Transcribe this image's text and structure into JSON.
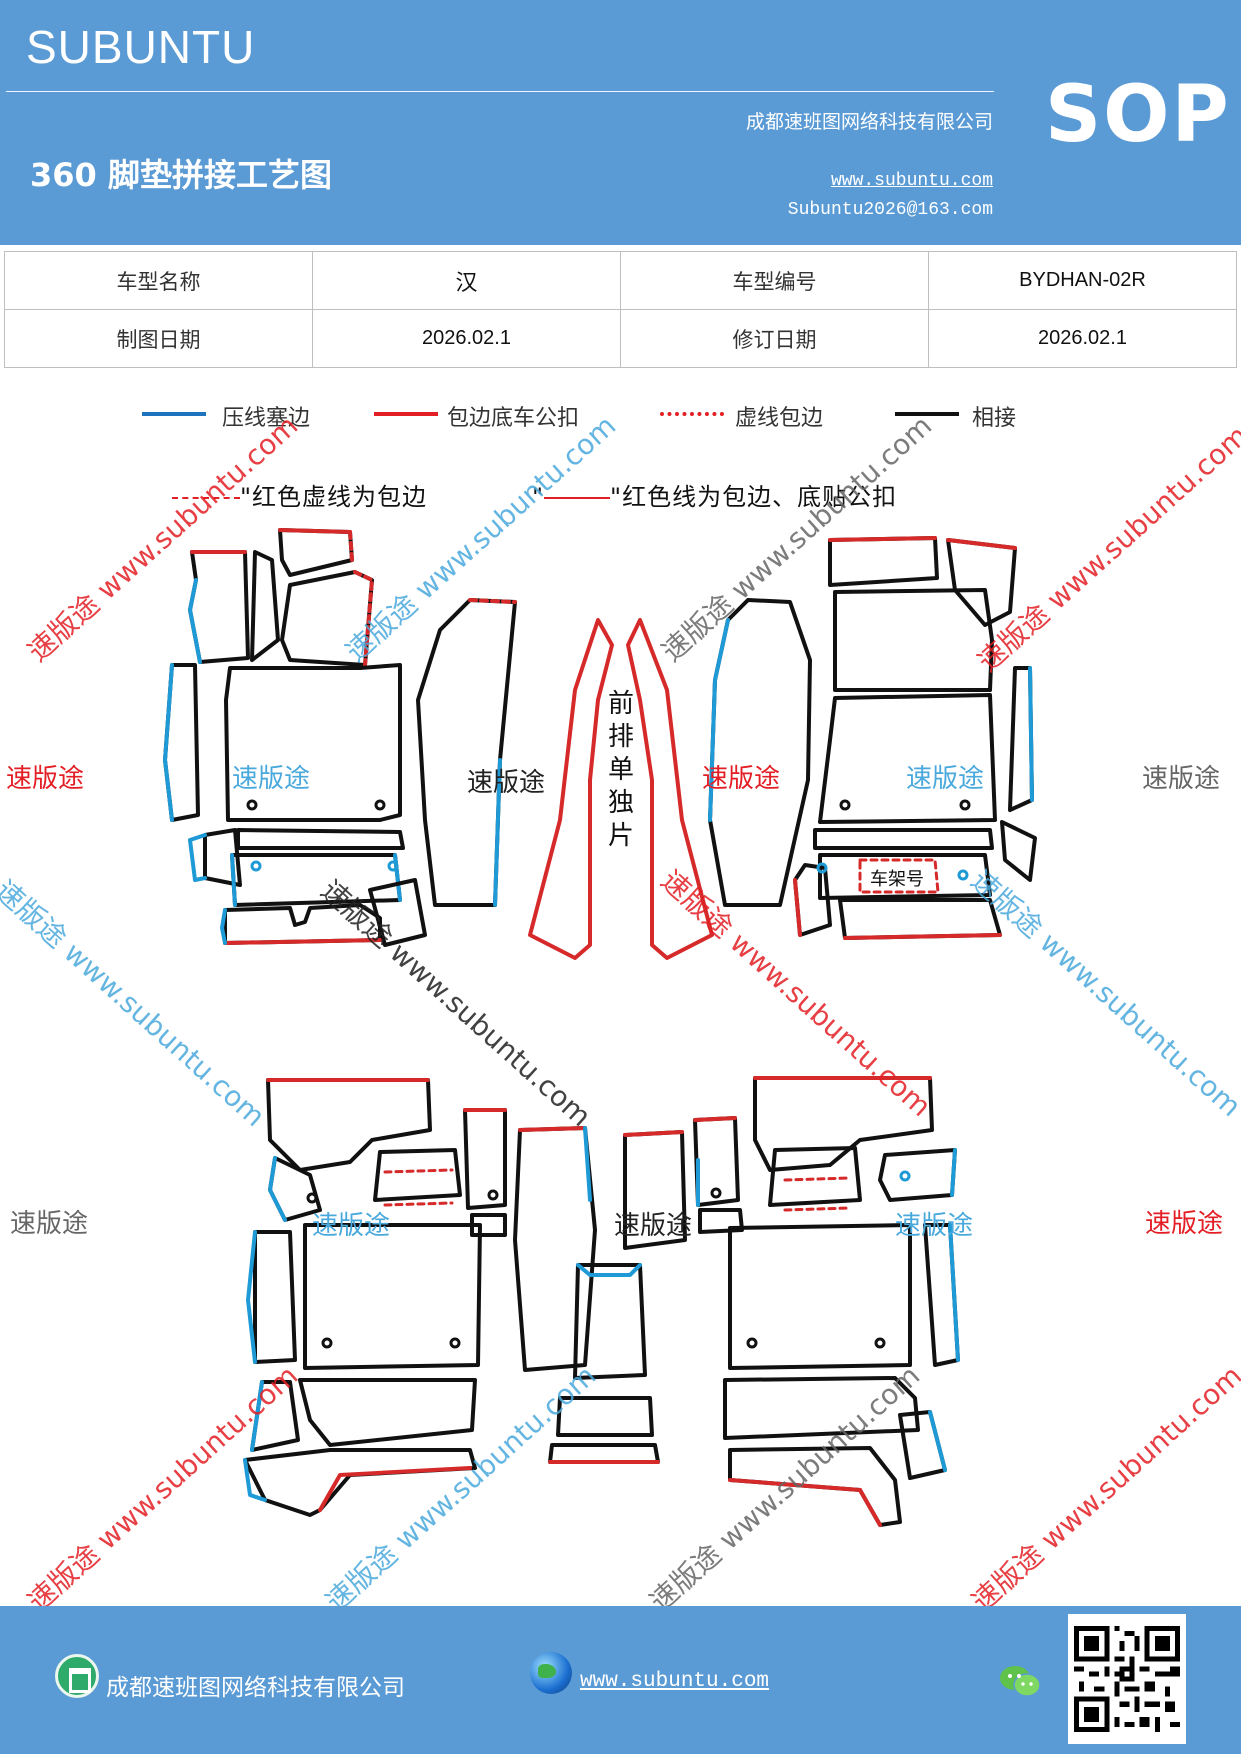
{
  "header": {
    "brand": "SUBUNTU",
    "company": "成都速班图网络科技有限公司",
    "title": "360 脚垫拼接工艺图",
    "website": "www.subuntu.com",
    "email": "Subuntu2026@163.com",
    "sop": "SOP"
  },
  "info": {
    "r1": [
      "车型名称",
      "汉",
      "车型编号",
      "BYDHAN-02R"
    ],
    "r2": [
      "制图日期",
      "2026.02.1",
      "修订日期",
      "2026.02.1"
    ]
  },
  "legend": {
    "items": [
      {
        "label": "压线塞边",
        "color": "#1e73be",
        "style": "solid"
      },
      {
        "label": "包边底车公扣",
        "color": "#e31e24",
        "style": "solid"
      },
      {
        "label": "虚线包边",
        "color": "#e31e24",
        "style": "dashed"
      },
      {
        "label": "相接",
        "color": "#111111",
        "style": "solid"
      }
    ],
    "note_dashed": "\"红色虚线为包边",
    "note_solid_open": "\"",
    "note_solid": "\"红色线为包边、底贴公扣"
  },
  "diagram": {
    "front_label": "前排单独片",
    "frame_label": "车架号"
  },
  "watermarks": {
    "brand_cn": "速版途",
    "url_cn": "速版途 www.subuntu.com",
    "url": "www.subuntu.com",
    "colors": {
      "red": "#e31e24",
      "blue": "#4aa9dc",
      "gray": "#666666",
      "black": "#222222"
    }
  },
  "footer": {
    "company": "成都速班图网络科技有限公司",
    "website": "www.subuntu.com",
    "icons": [
      "home-icon",
      "globe-icon",
      "wechat-icon",
      "qr-code"
    ]
  }
}
